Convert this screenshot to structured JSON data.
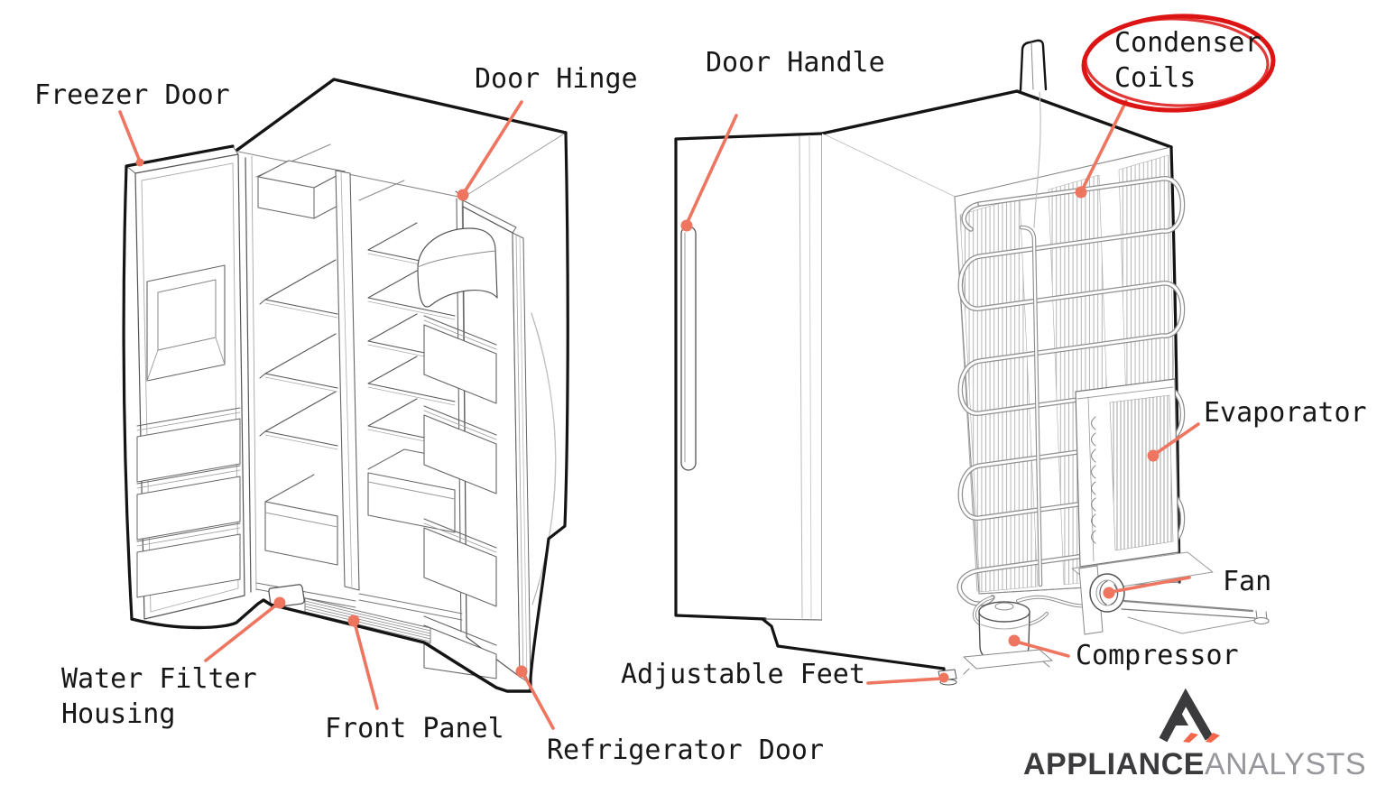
{
  "page": {
    "background": "#ffffff"
  },
  "diagram": {
    "leader_color": "#ee7661",
    "text_color": "#171717",
    "labels": [
      {
        "id": "freezer-door",
        "text": "Freezer Door"
      },
      {
        "id": "door-hinge",
        "text": "Door Hinge"
      },
      {
        "id": "water-filter-housing",
        "text": "Water Filter\nHousing"
      },
      {
        "id": "front-panel",
        "text": "Front Panel"
      },
      {
        "id": "refrigerator-door",
        "text": "Refrigerator Door"
      },
      {
        "id": "door-handle",
        "text": "Door Handle"
      },
      {
        "id": "condenser-coils",
        "text": "Condenser\nCoils",
        "highlighted": true
      },
      {
        "id": "evaporator",
        "text": "Evaporator"
      },
      {
        "id": "fan",
        "text": "Fan"
      },
      {
        "id": "compressor",
        "text": "Compressor"
      },
      {
        "id": "adjustable-feet",
        "text": "Adjustable Feet"
      }
    ],
    "highlight": {
      "target": "condenser-coils",
      "shape": "hand-drawn-ellipse",
      "color": "#dd1414"
    }
  },
  "logo": {
    "brand_primary": "APPLIANCE",
    "brand_secondary": "ANALYSTS",
    "icon": "mountain-peak-icon",
    "colors": {
      "primary": "#3b3b3d",
      "secondary": "#97979b",
      "accent": "#f2664a"
    }
  }
}
